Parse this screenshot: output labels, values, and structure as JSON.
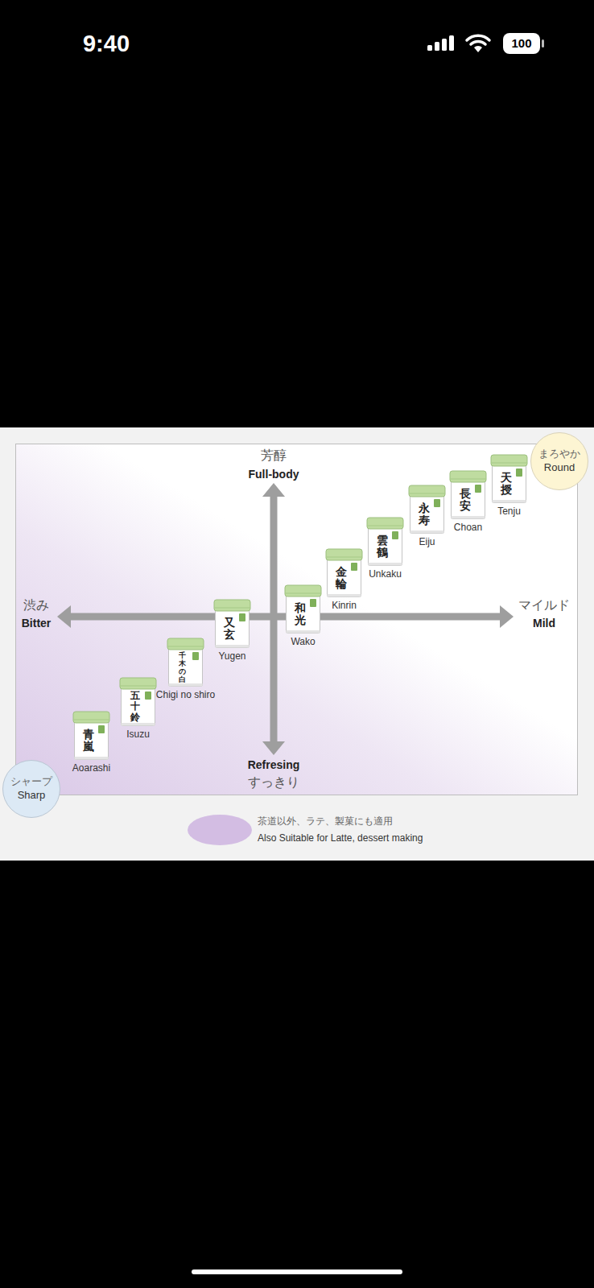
{
  "diagram": {
    "nodes": [
      {
        "text": [
          "まろやか",
          "Round"
        ]
      },
      {
        "text": [
          "天授",
          "Tenju"
        ]
      },
      {
        "text": [
          "長安",
          "Choan"
        ]
      },
      {
        "text": [
          "永寿",
          "Eiju"
        ]
      },
      {
        "text": [
          "雲鶴",
          "Unkaku"
        ]
      },
      {
        "text": [
          "金輪",
          "Kinrin"
        ]
      },
      {
        "text": [
          "和光",
          "Wako"
        ]
      },
      {
        "text": [
          "又玄",
          "Yugen"
        ]
      },
      {
        "text": [
          "千木の白",
          "Chigi no shiro"
        ]
      },
      {
        "text": [
          "五十鈴",
          "Isuzu"
        ]
      },
      {
        "text": [
          "青嵐",
          "Aoarashi"
        ]
      },
      {
        "text": [
          "シャープ",
          "Sharp"
        ]
      }
    ],
    "labels": [
      "9:40",
      "100",
      "芳醇",
      "Full-body",
      "渋み",
      "Bitter",
      "マイルド",
      "Mild",
      "Refresing",
      "すっきり",
      "Also Suitable for Latte, dessert making"
    ],
    "legend": [
      {
        "text": "茶道以外、ラテ、製菓にも適用",
        "color": "#d3bde3"
      }
    ]
  }
}
